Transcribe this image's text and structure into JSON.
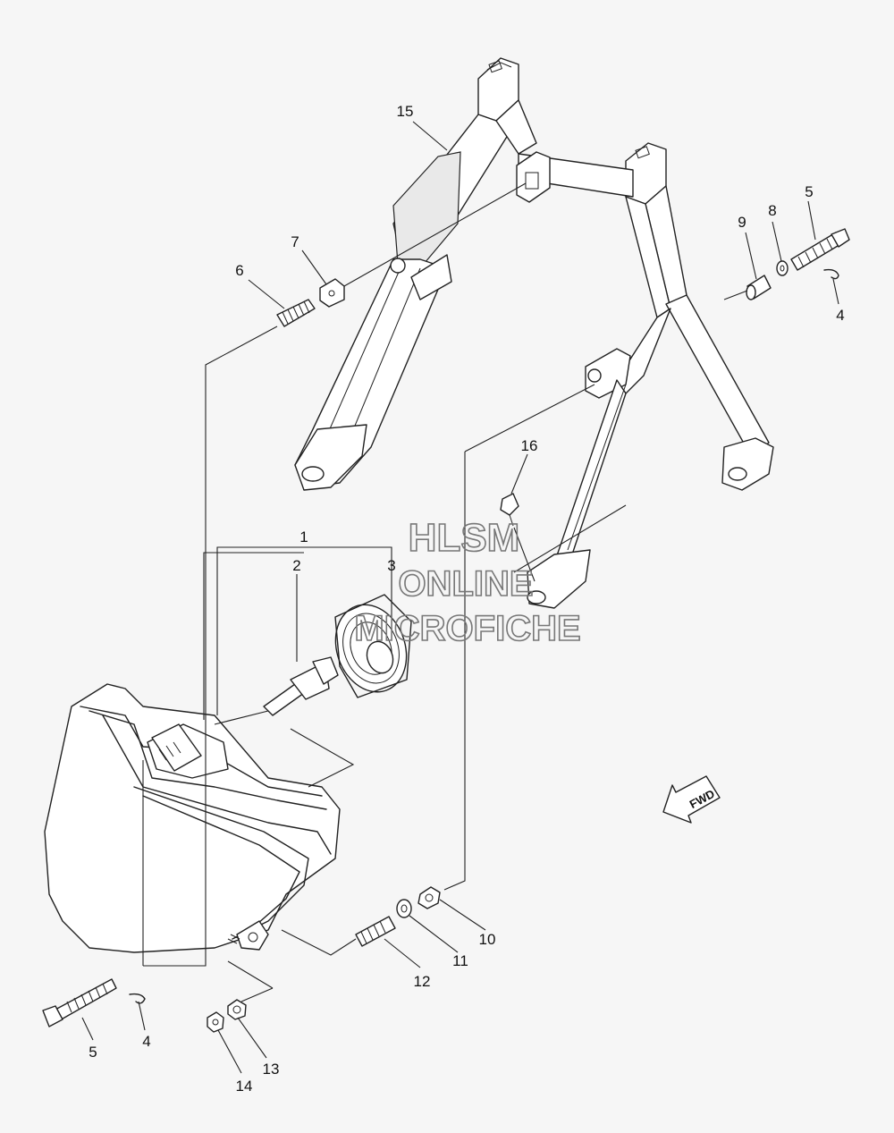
{
  "watermark": {
    "line1": "HLSM",
    "line2": "ONLINE",
    "line3": "MICROFICHE"
  },
  "direction_indicator": {
    "label": "FWD"
  },
  "callouts": [
    {
      "id": "15",
      "label": "15"
    },
    {
      "id": "7",
      "label": "7"
    },
    {
      "id": "6",
      "label": "6"
    },
    {
      "id": "9",
      "label": "9"
    },
    {
      "id": "8",
      "label": "8"
    },
    {
      "id": "5a",
      "label": "5"
    },
    {
      "id": "4a",
      "label": "4"
    },
    {
      "id": "16",
      "label": "16"
    },
    {
      "id": "1",
      "label": "1"
    },
    {
      "id": "2",
      "label": "2"
    },
    {
      "id": "3",
      "label": "3"
    },
    {
      "id": "10",
      "label": "10"
    },
    {
      "id": "11",
      "label": "11"
    },
    {
      "id": "12",
      "label": "12"
    },
    {
      "id": "5b",
      "label": "5"
    },
    {
      "id": "4b",
      "label": "4"
    },
    {
      "id": "13",
      "label": "13"
    },
    {
      "id": "14",
      "label": "14"
    }
  ]
}
